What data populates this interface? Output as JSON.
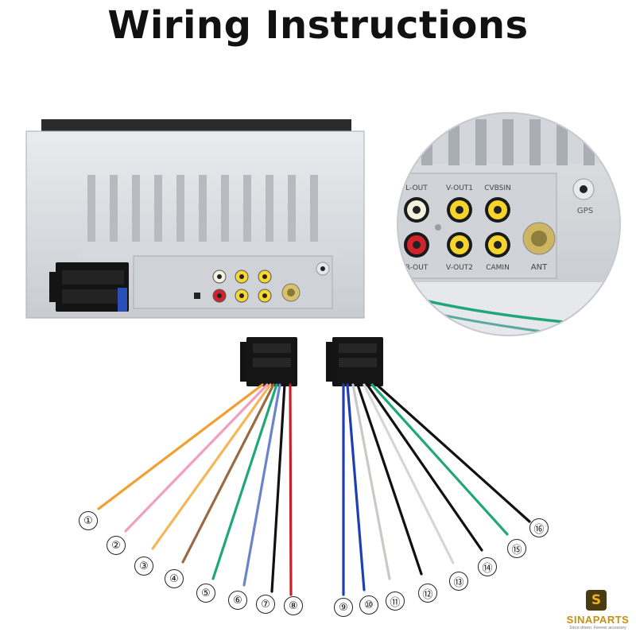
{
  "title": "Wiring Instructions",
  "panel_labels": [
    "L-OUT",
    "V-OUT1",
    "CVBSIN",
    "R-OUT",
    "V-OUT2",
    "CAMIN",
    "ANT",
    "GPS"
  ],
  "wire_numbers": [
    "①",
    "②",
    "③",
    "④",
    "⑤",
    "⑥",
    "⑦",
    "⑧",
    "⑨",
    "⑩",
    "⑪",
    "⑫",
    "⑬",
    "⑭",
    "⑮",
    "⑯"
  ],
  "wire_colors": [
    "#f0a030",
    "#f19ec0",
    "#f5b657",
    "#9a6a45",
    "#1fa77a",
    "#6b84c9",
    "#111111",
    "#c8202a",
    "#1d3fb0",
    "#1d3fb0",
    "#c9c9c2",
    "#111111",
    "#d6d6d6",
    "#111111",
    "#1fa77a",
    "#111111"
  ],
  "brand": {
    "logo_letter": "S",
    "name": "SINAPARTS",
    "tagline": "Since driven. Forever accessory"
  }
}
